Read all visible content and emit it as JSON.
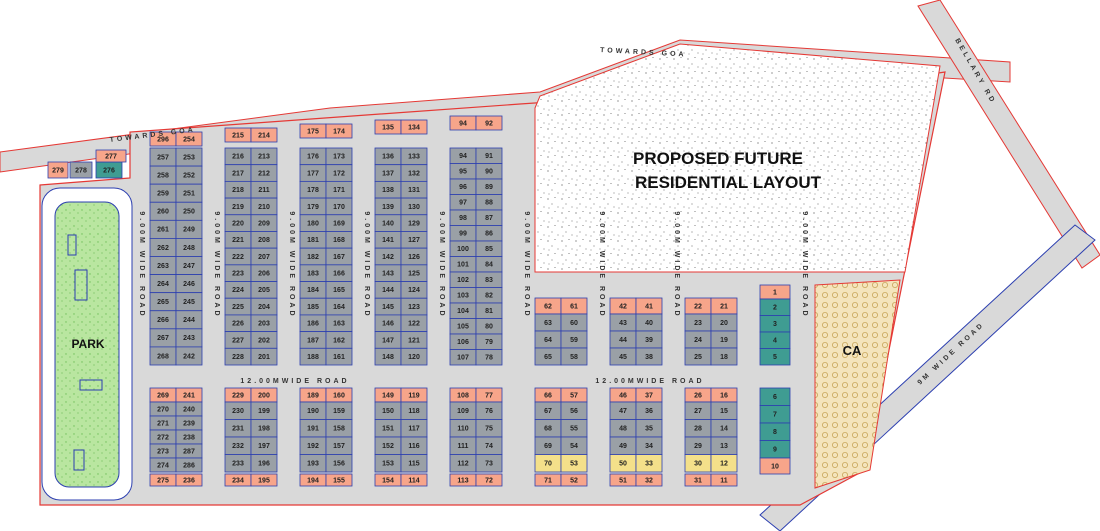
{
  "labels": {
    "top_road": "TOWARDS GOA",
    "left_road": "TOWARDS GOA",
    "right_road": "BELLARY RD",
    "future": [
      "PROPOSED FUTURE",
      "RESIDENTIAL LAYOUT"
    ],
    "ca": "CA",
    "park": "PARK",
    "wide_road": "9M WIDE ROAD",
    "internal_road": "12.00MWIDE ROAD",
    "vertical_road": "9.00M WIDE ROAD"
  },
  "colors": {
    "road": "#d9d9d9",
    "plot_gray": "#9aa0a6",
    "plot_pink": "#f7a58a",
    "plot_teal": "#3f9c92",
    "plot_yellow": "#f4e08a",
    "park_green": "#b9e6a0",
    "ca_fill": "#f4e4bc",
    "boundary": "#e53935",
    "grid_line": "#2c3fb0"
  },
  "front_plots": [
    "279",
    "278",
    "276",
    "277"
  ],
  "columns": [
    {
      "top": [
        "296",
        "254"
      ],
      "rows": [
        [
          "257",
          "253"
        ],
        [
          "258",
          "252"
        ],
        [
          "259",
          "251"
        ],
        [
          "260",
          "250"
        ],
        [
          "261",
          "249"
        ],
        [
          "262",
          "248"
        ],
        [
          "263",
          "247"
        ],
        [
          "264",
          "246"
        ],
        [
          "265",
          "245"
        ],
        [
          "266",
          "244"
        ],
        [
          "267",
          "243"
        ],
        [
          "268",
          "242"
        ]
      ],
      "bottom": [
        "269",
        "241"
      ],
      "rows2": [
        [
          "270",
          "240"
        ],
        [
          "271",
          "239"
        ],
        [
          "272",
          "238"
        ],
        [
          "273",
          "287"
        ],
        [
          "274",
          "286"
        ]
      ],
      "end": [
        "275",
        "236"
      ]
    },
    {
      "top": [
        "215",
        "214"
      ],
      "rows": [
        [
          "216",
          "213"
        ],
        [
          "217",
          "212"
        ],
        [
          "218",
          "211"
        ],
        [
          "219",
          "210"
        ],
        [
          "220",
          "209"
        ],
        [
          "221",
          "208"
        ],
        [
          "222",
          "207"
        ],
        [
          "223",
          "206"
        ],
        [
          "224",
          "205"
        ],
        [
          "225",
          "204"
        ],
        [
          "226",
          "203"
        ],
        [
          "227",
          "202"
        ],
        [
          "228",
          "201"
        ]
      ],
      "bottom": [
        "229",
        "200"
      ],
      "rows2": [
        [
          "230",
          "199"
        ],
        [
          "231",
          "198"
        ],
        [
          "232",
          "197"
        ],
        [
          "233",
          "196"
        ]
      ],
      "end": [
        "234",
        "195"
      ]
    },
    {
      "top": [
        "175",
        "174"
      ],
      "rows": [
        [
          "176",
          "173"
        ],
        [
          "177",
          "172"
        ],
        [
          "178",
          "171"
        ],
        [
          "179",
          "170"
        ],
        [
          "180",
          "169"
        ],
        [
          "181",
          "168"
        ],
        [
          "182",
          "167"
        ],
        [
          "183",
          "166"
        ],
        [
          "184",
          "165"
        ],
        [
          "185",
          "164"
        ],
        [
          "186",
          "163"
        ],
        [
          "187",
          "162"
        ],
        [
          "188",
          "161"
        ]
      ],
      "bottom": [
        "189",
        "160"
      ],
      "rows2": [
        [
          "190",
          "159"
        ],
        [
          "191",
          "158"
        ],
        [
          "192",
          "157"
        ],
        [
          "193",
          "156"
        ]
      ],
      "end": [
        "194",
        "155"
      ]
    },
    {
      "top": [
        "135",
        "134"
      ],
      "rows": [
        [
          "136",
          "133"
        ],
        [
          "137",
          "132"
        ],
        [
          "138",
          "131"
        ],
        [
          "139",
          "130"
        ],
        [
          "140",
          "129"
        ],
        [
          "141",
          "127"
        ],
        [
          "142",
          "126"
        ],
        [
          "143",
          "125"
        ],
        [
          "144",
          "124"
        ],
        [
          "145",
          "123"
        ],
        [
          "146",
          "122"
        ],
        [
          "147",
          "121"
        ],
        [
          "148",
          "120"
        ]
      ],
      "bottom": [
        "149",
        "119"
      ],
      "rows2": [
        [
          "150",
          "118"
        ],
        [
          "151",
          "117"
        ],
        [
          "152",
          "116"
        ],
        [
          "153",
          "115"
        ]
      ],
      "end": [
        "154",
        "114"
      ]
    },
    {
      "top": [
        "94",
        "92"
      ],
      "rows": [
        [
          "94",
          "91"
        ],
        [
          "95",
          "90"
        ],
        [
          "96",
          "89"
        ],
        [
          "97",
          "88"
        ],
        [
          "98",
          "87"
        ],
        [
          "99",
          "86"
        ],
        [
          "100",
          "85"
        ],
        [
          "101",
          "84"
        ],
        [
          "102",
          "83"
        ],
        [
          "103",
          "82"
        ],
        [
          "104",
          "81"
        ],
        [
          "105",
          "80"
        ],
        [
          "106",
          "79"
        ],
        [
          "107",
          "78"
        ]
      ],
      "bottom": [
        "108",
        "77"
      ],
      "rows2": [
        [
          "109",
          "76"
        ],
        [
          "110",
          "75"
        ],
        [
          "111",
          "74"
        ],
        [
          "112",
          "73"
        ]
      ],
      "end": [
        "113",
        "72"
      ]
    }
  ],
  "right_columns": [
    {
      "top": [
        "62",
        "61"
      ],
      "rows": [
        [
          "63",
          "60"
        ],
        [
          "64",
          "59"
        ],
        [
          "65",
          "58"
        ]
      ],
      "bottom": [
        "66",
        "57"
      ],
      "rows2": [
        [
          "67",
          "56"
        ],
        [
          "68",
          "55"
        ],
        [
          "69",
          "54"
        ],
        [
          "70",
          "53"
        ]
      ],
      "end": [
        "71",
        "52"
      ]
    },
    {
      "top": [
        "42",
        "41"
      ],
      "rows": [
        [
          "43",
          "40"
        ],
        [
          "44",
          "39"
        ],
        [
          "45",
          "38"
        ]
      ],
      "bottom": [
        "46",
        "37"
      ],
      "rows2": [
        [
          "47",
          "36"
        ],
        [
          "48",
          "35"
        ],
        [
          "49",
          "34"
        ],
        [
          "50",
          "33"
        ]
      ],
      "end": [
        "51",
        "32"
      ]
    },
    {
      "top": [
        "22",
        "21"
      ],
      "rows": [
        [
          "23",
          "20"
        ],
        [
          "24",
          "19"
        ],
        [
          "25",
          "18"
        ]
      ],
      "bottom": [
        "26",
        "16"
      ],
      "rows2": [
        [
          "27",
          "15"
        ],
        [
          "28",
          "14"
        ],
        [
          "29",
          "13"
        ],
        [
          "30",
          "12"
        ]
      ],
      "end": [
        "31",
        "11"
      ]
    }
  ],
  "teal_top": [
    "1",
    "2",
    "3",
    "4",
    "5"
  ],
  "teal_bottom": [
    "6",
    "7",
    "8",
    "9",
    "10"
  ]
}
